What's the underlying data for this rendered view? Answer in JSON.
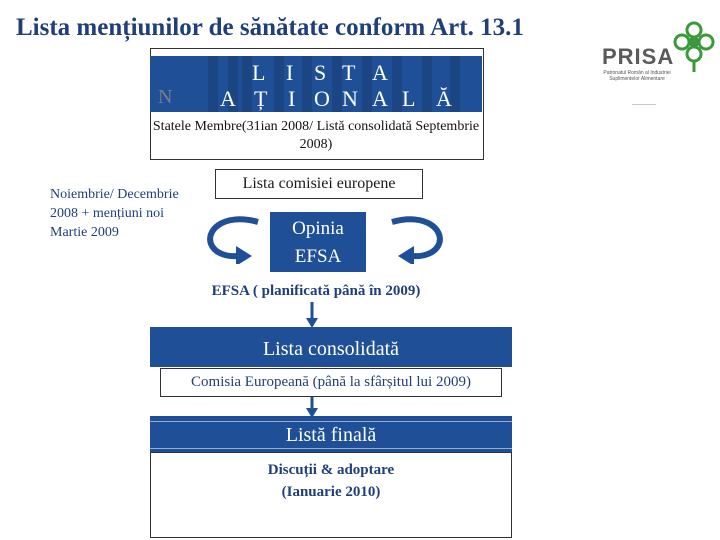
{
  "title": "Lista mențiunilor de sănătate conform Art. 13.1",
  "logo": {
    "text": "PRISA",
    "subtitle": "Patronatul Român al Industriei Suplimentelor Alimentare"
  },
  "national_list": {
    "ghost_letter": "N",
    "row1": [
      "L",
      "I",
      "S",
      "T",
      "A"
    ],
    "row2": [
      "A",
      "Ț",
      "I",
      "O",
      "N",
      "A",
      "L",
      "Ă"
    ],
    "caption": "Statele Membre(31ian 2008/ Listă consolidată Septembrie 2008)"
  },
  "side_note": "Noiembrie/ Decembrie 2008 + mențiuni noi Martie 2009",
  "commission_list": "Lista comisiei europene",
  "efsa_opinion": {
    "line1": "Opinia",
    "line2": "EFSA"
  },
  "efsa_planned": "EFSA ( planificată până în 2009)",
  "consolidated": {
    "label": "Lista consolidată",
    "note": "Comisia Europeană (până la sfârșitul lui 2009)"
  },
  "final": {
    "label": "Listă finală",
    "note_line1": "Discuții & adoptare",
    "note_line2": "(Ianuarie 2010)"
  },
  "colors": {
    "primary_blue": "#1f4f97",
    "title_blue": "#1f3f7a",
    "logo_green": "#3a9a3a"
  }
}
